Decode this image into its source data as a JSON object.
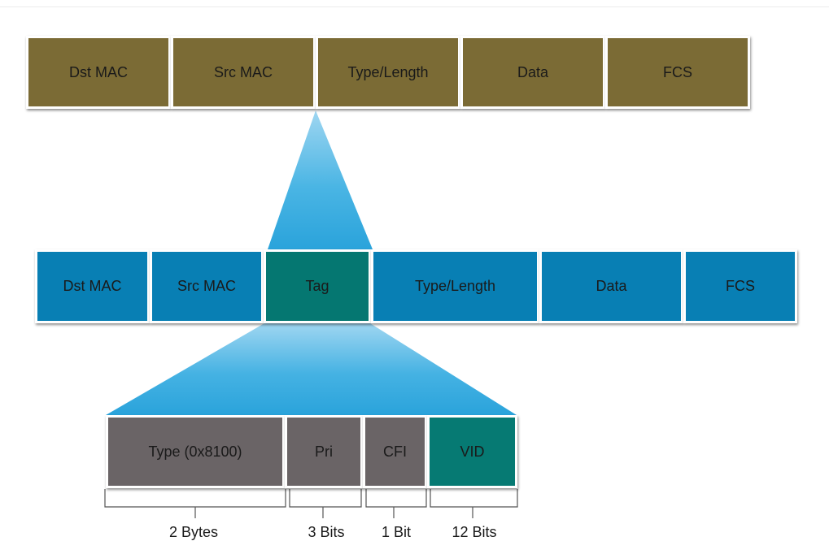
{
  "colors": {
    "untagged_frame": "#7b6b35",
    "tagged_frame": "#087fb4",
    "tag_field": "#057771",
    "tag_subfield": "#6a6466",
    "vid_field": "#067a73",
    "expand_triangle": "#39ace0"
  },
  "untagged_frame": {
    "fields": [
      "Dst MAC",
      "Src MAC",
      "Type/Length",
      "Data",
      "FCS"
    ]
  },
  "tagged_frame": {
    "fields": [
      "Dst MAC",
      "Src MAC",
      "Tag",
      "Type/Length",
      "Data",
      "FCS"
    ]
  },
  "tag_fields": {
    "fields": [
      "Type (0x8100)",
      "Pri",
      "CFI",
      "VID"
    ],
    "sizes": [
      "2 Bytes",
      "3 Bits",
      "1 Bit",
      "12 Bits"
    ]
  }
}
